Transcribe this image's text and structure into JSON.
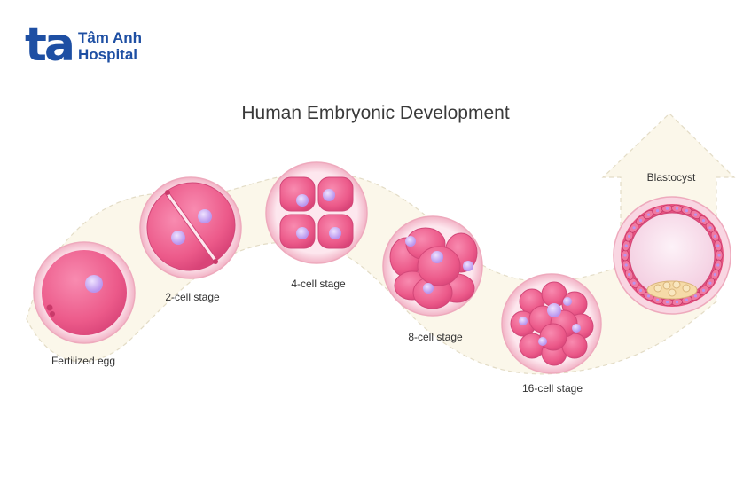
{
  "logo": {
    "mark": "ta",
    "line1": "Tâm Anh",
    "line2": "Hospital"
  },
  "title": {
    "part1": "Human",
    "part2": "Embryonic Development"
  },
  "stages": [
    {
      "label": "Fertilized egg"
    },
    {
      "label": "2-cell stage"
    },
    {
      "label": "4-cell stage"
    },
    {
      "label": "8-cell stage"
    },
    {
      "label": "16-cell stage"
    },
    {
      "label": "Blastocyst"
    }
  ],
  "colors": {
    "brand": "#1e4fa3",
    "cell_pink": "#ee5f8e",
    "zona": "#f7c6d4",
    "nucleus": "#c9a6f2",
    "path_fill": "#fbf7ea"
  }
}
